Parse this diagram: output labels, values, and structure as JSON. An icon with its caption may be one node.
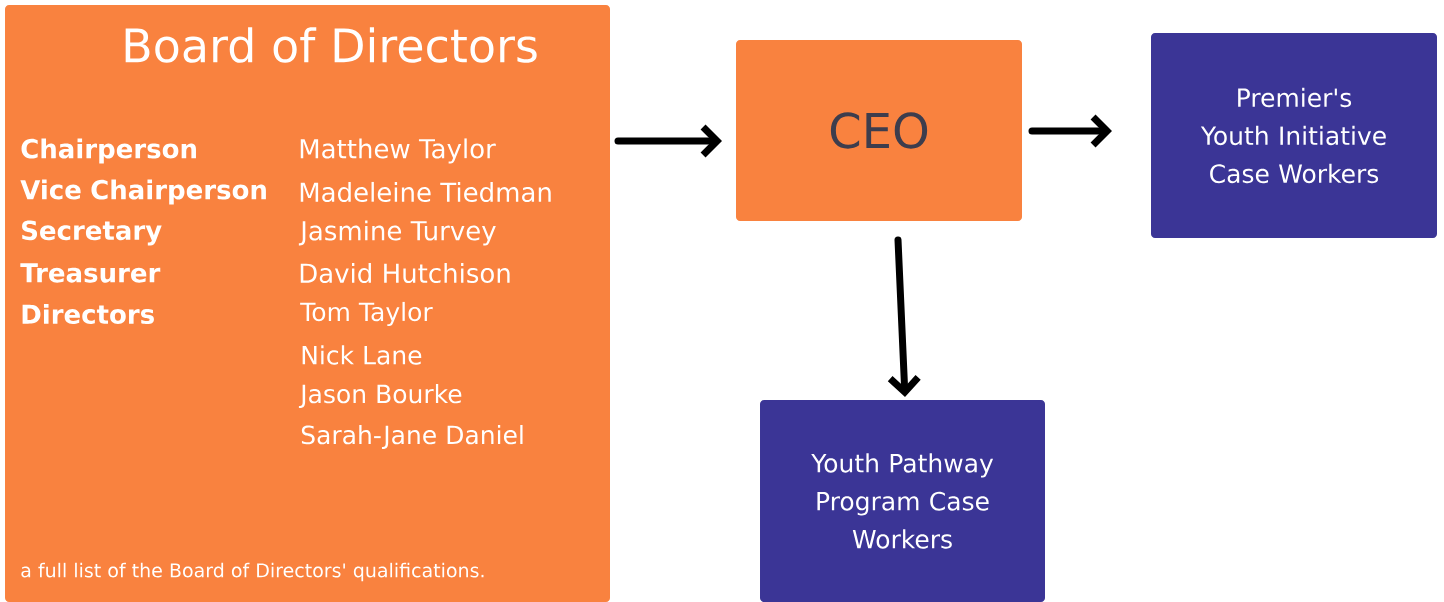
{
  "diagram": {
    "nodes": [
      {
        "text": [
          "Board of Directors",
          "Chairperson",
          "Matthew Taylor",
          "Vice Chairperson",
          "Madeleine Tiedman",
          "Secretary",
          "Jasmine Turvey",
          "Treasurer",
          "David Hutchison",
          "Directors",
          "Tom Taylor",
          "Nick Lane",
          "Jason Bourke",
          "Sarah-Jane Daniel",
          "a full list of the Board of Directors' qualifications."
        ]
      },
      {
        "text": [
          "CEO"
        ]
      },
      {
        "text": [
          "Premier's Youth Initiative Case Workers"
        ]
      },
      {
        "text": [
          "Youth Pathway Program Case Workers"
        ]
      }
    ],
    "edges": [
      {
        "from": 0,
        "to": 1,
        "arrow": "to"
      },
      {
        "from": 1,
        "to": 2,
        "arrow": "to"
      },
      {
        "from": 1,
        "to": 3,
        "arrow": "to"
      }
    ]
  }
}
